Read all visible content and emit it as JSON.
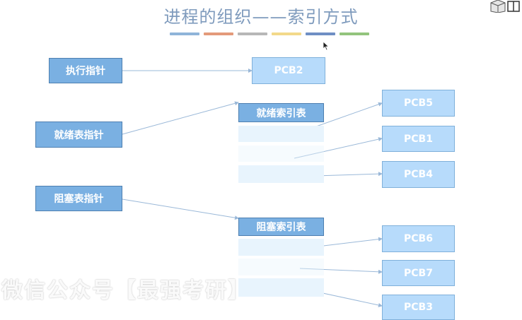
{
  "slide": {
    "title": "进程的组织——索引方式"
  },
  "accent_colors": [
    "#8fb4d9",
    "#e39a7a",
    "#b7b7b7",
    "#f3d98a",
    "#6f8fc4",
    "#93c47d"
  ],
  "pointers": {
    "exec": "执行指针",
    "ready": "就绪表指针",
    "blocked": "阻塞表指针"
  },
  "tables": {
    "ready": "就绪索引表",
    "blocked": "阻塞索引表"
  },
  "pcbs": {
    "pcb2": "PCB2",
    "pcb5": "PCB5",
    "pcb1": "PCB1",
    "pcb4": "PCB4",
    "pcb6": "PCB6",
    "pcb7": "PCB7",
    "pcb3": "PCB3"
  },
  "watermark": {
    "line1": "微信公众号【最强考研】"
  }
}
